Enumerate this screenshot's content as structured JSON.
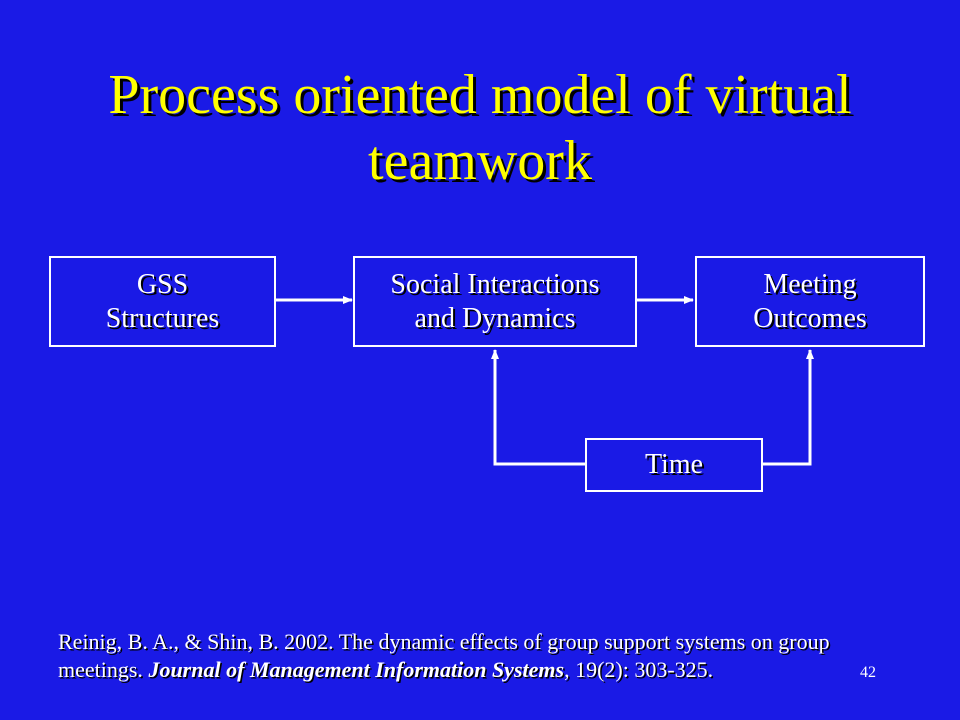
{
  "slide": {
    "title": "Process oriented model of virtual teamwork",
    "page_number": "42",
    "background_color": "#1a1ae6",
    "title_color": "#ffff00"
  },
  "diagram": {
    "boxes": {
      "gss": "GSS\nStructures",
      "social": "Social Interactions\nand Dynamics",
      "outcomes": "Meeting\nOutcomes",
      "time": "Time"
    },
    "arrows": [
      {
        "from": "gss",
        "to": "social"
      },
      {
        "from": "social",
        "to": "outcomes"
      },
      {
        "from": "time",
        "to": "social"
      },
      {
        "from": "time",
        "to": "outcomes"
      }
    ]
  },
  "citation": {
    "part1": "Reinig, B. A., & Shin, B. 2002. The dynamic effects of group support systems on group meetings. ",
    "journal": "Journal of Management Information Systems",
    "part2": ", 19(2): 303-325."
  }
}
